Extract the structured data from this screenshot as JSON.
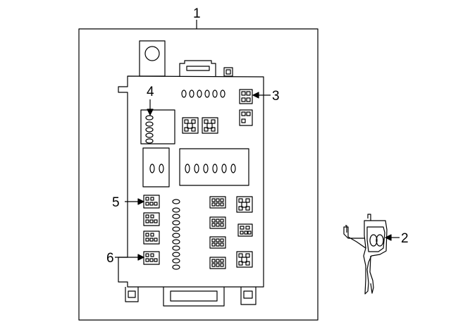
{
  "callouts": [
    {
      "id": "c1",
      "text": "1"
    },
    {
      "id": "c2",
      "text": "2"
    },
    {
      "id": "c3",
      "text": "3"
    },
    {
      "id": "c4",
      "text": "4"
    },
    {
      "id": "c5",
      "text": "5"
    },
    {
      "id": "c6",
      "text": "6"
    }
  ],
  "colors": {
    "line": "#000000",
    "background": "#ffffff"
  }
}
